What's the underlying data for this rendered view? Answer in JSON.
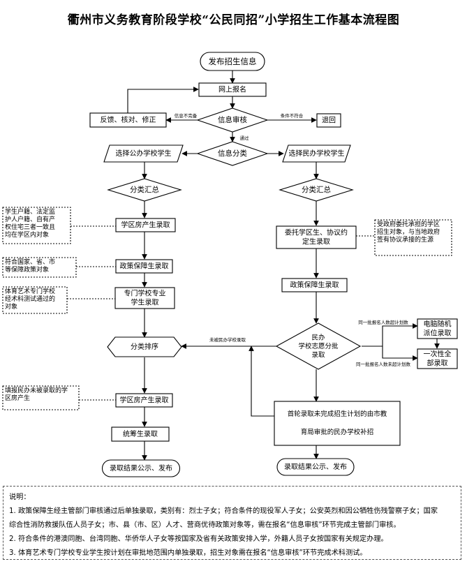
{
  "title": "衢州市义务教育阶段学校“公民同招”小学招生工作基本流程图",
  "nodes": {
    "start": "发布招生信息",
    "online_register": "网上报名",
    "feedback": "反馈、核对、修正",
    "info_review": "信息审核",
    "return": "退回",
    "info_classify": "信息分类",
    "choose_public": "选择公办学校学生",
    "choose_private": "选择民办学校学生",
    "summary_left": "分类汇总",
    "summary_right": "分类汇总",
    "district_enroll_1": "学区房产生录取",
    "policy_enroll_left": "政策保障生录取",
    "special_school_enroll": [
      "专门学校专业",
      "学生录取"
    ],
    "sort_order": "分类排序",
    "district_enroll_2": "学区房产生录取",
    "supplementary_enroll": "统筹生录取",
    "result_left": "录取结果公示、发布",
    "entrusted_enroll": [
      "委托学区生、协议约",
      "定生录取"
    ],
    "policy_enroll_right": "政策保障生录取",
    "private_decision": [
      "民办",
      "学校志愿分批",
      "录取"
    ],
    "computer_lottery": [
      "电脑随机",
      "派位录取"
    ],
    "one_time_enroll": [
      "一次性全",
      "部录取"
    ],
    "makeup_note": [
      "首轮录取未完成招生计划的由市教",
      "育局审批的民办学校补招"
    ],
    "result_right": "录取结果公示、发布"
  },
  "edge_labels": {
    "info_mismatch": "信息不完备",
    "condition_fail": "条件不符合",
    "passed": "通过",
    "not_enrolled_private": "未被民办学校录取",
    "exceeds_plan": "同一批报名人数超计划数",
    "within_plan": "同一批报名人数未超计划数"
  },
  "side_notes": {
    "district_note": [
      "学生户籍、法定监",
      "护人户籍、自有产",
      "权住宅三者一致且",
      "均在学区内对象"
    ],
    "policy_note": [
      "符合国家、省、市",
      "等保障政策对象"
    ],
    "art_note": [
      "体育艺术专门学校",
      "经术科测试通过的",
      "对象"
    ],
    "unenrolled_note": [
      "填报民办未被录取的学",
      "区房产生"
    ],
    "private_note": [
      "受政府委托承担的学区",
      "招生对象，与当地政府",
      "签有协议承接的生源"
    ]
  },
  "notes": {
    "heading": "说明：",
    "lines": [
      "1. 政策保障生经主管部门审核通过后单独录取，类别有：烈士子女；符合条件的现役军人子女；公安英烈和因公牺牲伤残警察子女；国家",
      "综合性消防救援队伍人员子女；市、县（市、区）人才、营商优待政策对象等，需在报名“信息审核”环节完成主管部门审核。",
      "2. 符合条件的港澳同胞、台湾同胞、华侨华人子女等按国家及省有关政策安排入学，外籍人员子女按国家有关规定办理。",
      "3. 体育艺术专门学校专业学生按计划在审批地范围内单独录取，招生对象需在报名“信息审核”环节完成术科测试。"
    ]
  }
}
